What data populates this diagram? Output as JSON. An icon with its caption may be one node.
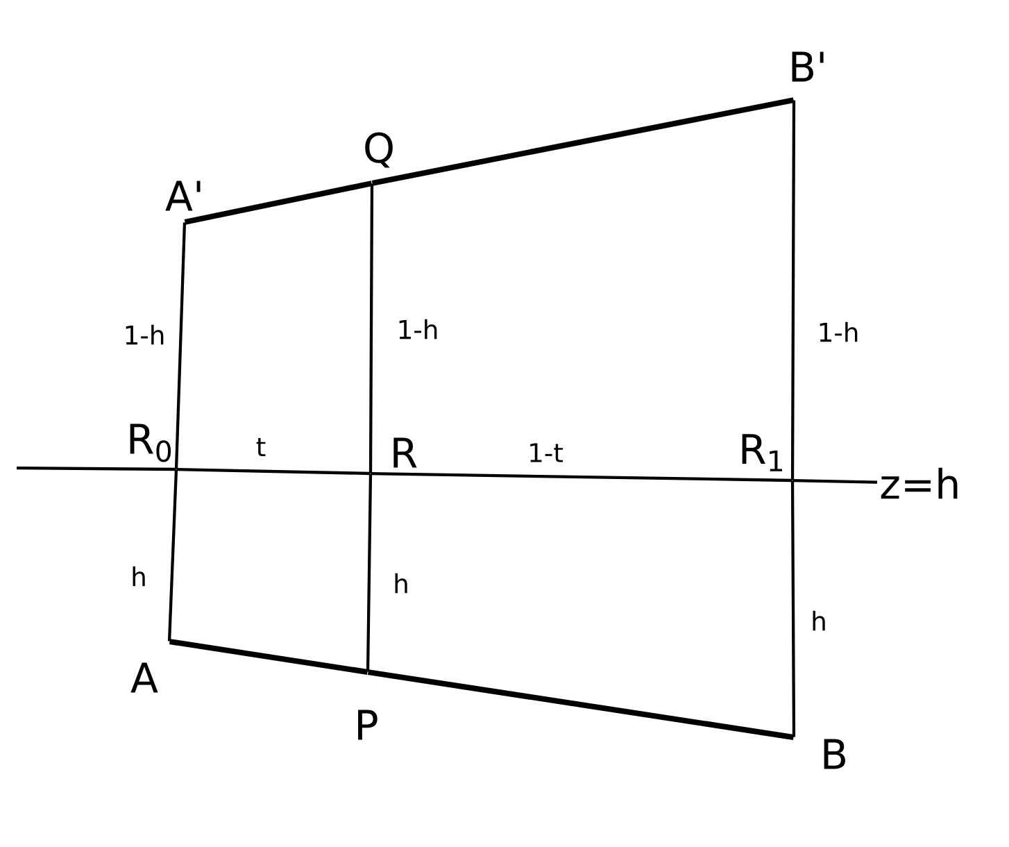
{
  "diagram": {
    "nodes": [
      {
        "text": [
          "A'"
        ]
      },
      {
        "text": [
          "Q"
        ]
      },
      {
        "text": [
          "B'"
        ]
      },
      {
        "text": [
          "R$_{0}$"
        ]
      },
      {
        "text": [
          "R"
        ]
      },
      {
        "text": [
          "R$_{1}$"
        ]
      },
      {
        "text": [
          "z=h"
        ]
      },
      {
        "text": [
          "A"
        ]
      },
      {
        "text": [
          "P"
        ]
      },
      {
        "text": [
          "B"
        ]
      }
    ],
    "edges": [
      {
        "from": 0,
        "to": 1,
        "arrow": "none",
        "style": "thick"
      },
      {
        "from": 1,
        "to": 2,
        "arrow": "none",
        "style": "thick"
      },
      {
        "from": 7,
        "to": 8,
        "arrow": "none",
        "style": "thick"
      },
      {
        "from": 8,
        "to": 9,
        "arrow": "none",
        "style": "thick"
      },
      {
        "from": 0,
        "to": 3,
        "arrow": "none",
        "label": "1-h"
      },
      {
        "from": 3,
        "to": 7,
        "arrow": "none",
        "label": "h"
      },
      {
        "from": 1,
        "to": 4,
        "arrow": "none",
        "label": "1-h"
      },
      {
        "from": 4,
        "to": 8,
        "arrow": "none",
        "label": "h"
      },
      {
        "from": 2,
        "to": 5,
        "arrow": "none",
        "label": "1-h"
      },
      {
        "from": 5,
        "to": 9,
        "arrow": "none",
        "label": "h"
      },
      {
        "from": null,
        "to": 3,
        "arrow": "none"
      },
      {
        "from": 3,
        "to": 4,
        "arrow": "none",
        "label": "t"
      },
      {
        "from": 4,
        "to": 5,
        "arrow": "none",
        "label": "1-t"
      },
      {
        "from": 5,
        "to": 6,
        "arrow": "none"
      }
    ]
  }
}
